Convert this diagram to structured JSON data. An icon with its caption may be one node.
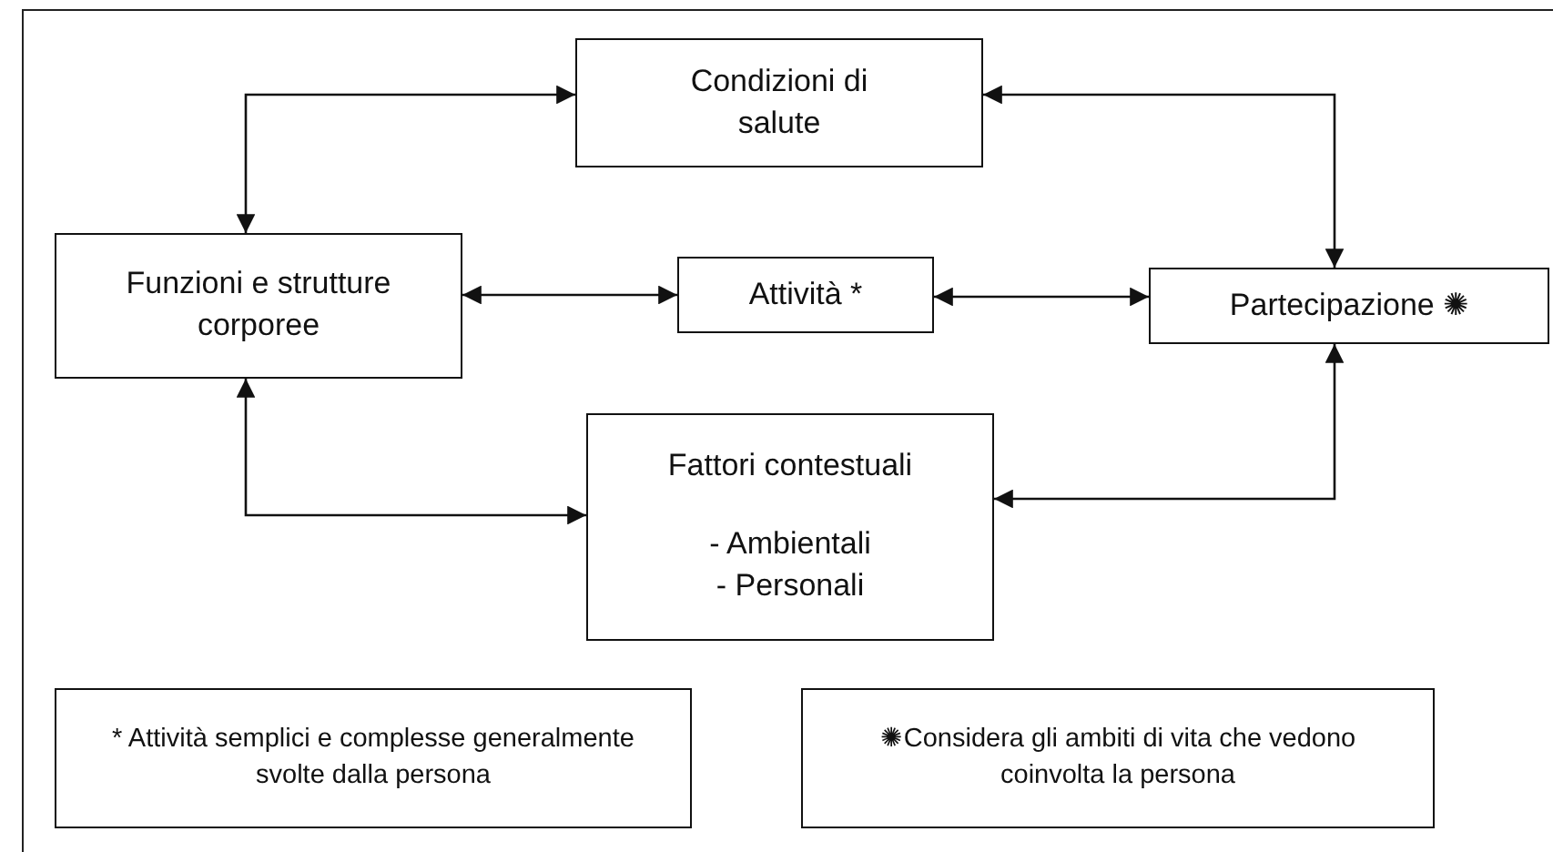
{
  "diagram": {
    "nodes": [
      {
        "text": [
          "Condizioni di salute"
        ]
      },
      {
        "text": [
          "Funzioni e strutture corporee"
        ]
      },
      {
        "text": [
          "Attività *"
        ]
      },
      {
        "text": [
          "Partecipazione ✺"
        ]
      },
      {
        "text": [
          "Fattori contestuali",
          "- Ambientali",
          "- Personali"
        ]
      },
      {
        "text": [
          "* Attività semplici e complesse generalmente svolte dalla persona"
        ]
      },
      {
        "text": [
          "✺Considera gli ambiti di vita che vedono coinvolta la persona"
        ]
      }
    ],
    "edges": [
      {
        "from": 1,
        "to": 0,
        "arrow": "both"
      },
      {
        "from": 0,
        "to": 3,
        "arrow": "both"
      },
      {
        "from": 1,
        "to": 2,
        "arrow": "both"
      },
      {
        "from": 2,
        "to": 3,
        "arrow": "both"
      },
      {
        "from": 1,
        "to": 4,
        "arrow": "both"
      },
      {
        "from": 4,
        "to": 3,
        "arrow": "both"
      }
    ]
  }
}
